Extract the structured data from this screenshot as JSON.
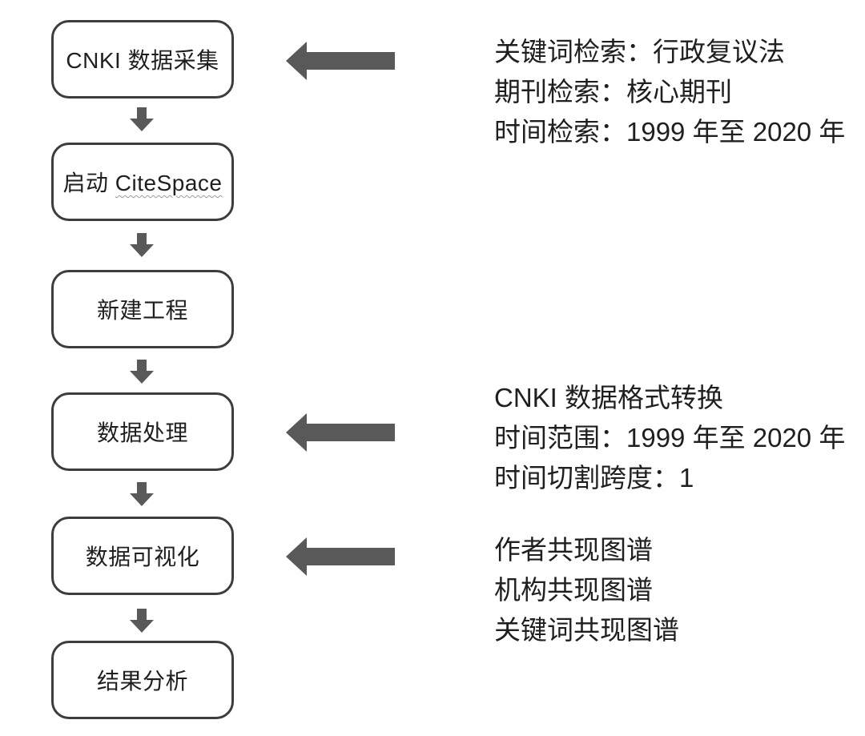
{
  "diagram": {
    "title": "CiteSpace analysis workflow flowchart",
    "colors": {
      "arrow": "#595959",
      "node_border": "#3d3d3d",
      "text": "#1f1f1f",
      "squiggle_underline": "#9a9a9a",
      "background": "#ffffff"
    },
    "nodes": [
      {
        "id": "cnki-collection",
        "label": "CNKI 数据采集"
      },
      {
        "id": "launch-citespace",
        "label_prefix": "启动 ",
        "label_word": "CiteSpace"
      },
      {
        "id": "new-project",
        "label": "新建工程"
      },
      {
        "id": "data-processing",
        "label": "数据处理"
      },
      {
        "id": "data-visualization",
        "label": "数据可视化"
      },
      {
        "id": "result-analysis",
        "label": "结果分析"
      }
    ],
    "annotations": [
      {
        "target": "cnki-collection",
        "lines": [
          "关键词检索：行政复议法",
          "期刊检索：核心期刊",
          "时间检索：1999 年至 2020 年"
        ]
      },
      {
        "target": "data-processing",
        "lines": [
          "CNKI 数据格式转换",
          "时间范围：1999 年至 2020 年",
          "时间切割跨度：1"
        ]
      },
      {
        "target": "data-visualization",
        "lines": [
          "作者共现图谱",
          "机构共现图谱",
          "关键词共现图谱"
        ]
      }
    ]
  }
}
